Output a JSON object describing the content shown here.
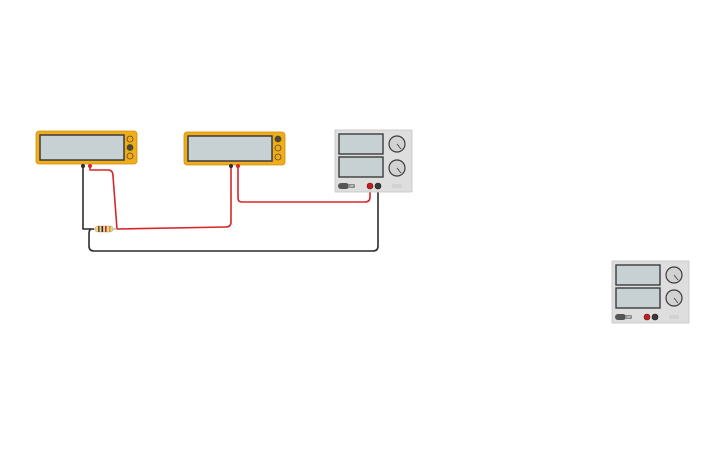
{
  "workspace": {
    "background": "#ffffff",
    "components": {
      "multimeter_1": {
        "type": "multimeter",
        "display_value": ""
      },
      "multimeter_2": {
        "type": "multimeter",
        "display_value": ""
      },
      "power_supply_1": {
        "type": "dc-power-supply",
        "power_button_label": "off",
        "voltage_display": "",
        "current_display": ""
      },
      "power_supply_2": {
        "type": "dc-power-supply",
        "power_button_label": "off",
        "voltage_display": "",
        "current_display": ""
      },
      "resistor_1": {
        "type": "resistor"
      }
    },
    "colors": {
      "multimeter_body": "#f0ad1b",
      "multimeter_screen": "#c7d1d4",
      "supply_body": "#dedede",
      "supply_screen": "#c7d1d4",
      "wire_red": "#d6262a",
      "wire_black": "#2c2c2c"
    }
  }
}
